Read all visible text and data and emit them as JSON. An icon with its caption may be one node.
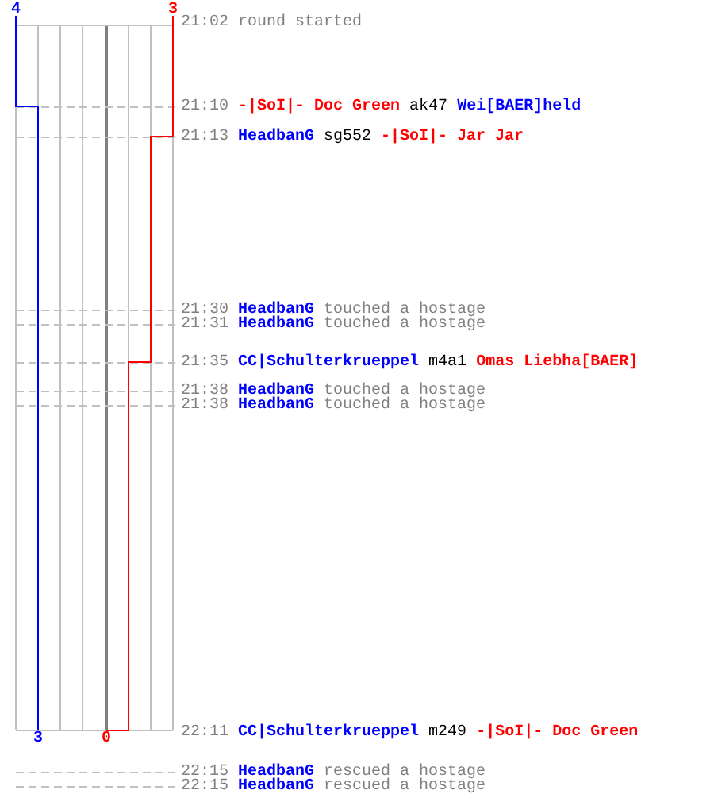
{
  "diagram": {
    "labels": [
      "4",
      "3",
      "21:02",
      "round started",
      "21:10",
      "-|SoI|- Doc Green",
      "ak47",
      "Wei[BAER]held",
      "21:13",
      "HeadbanG",
      "sg552",
      "-|SoI|- Jar Jar",
      "21:30",
      "HeadbanG",
      "touched a hostage",
      "21:31",
      "HeadbanG",
      "touched a hostage",
      "21:35",
      "CC|Schulterkrueppel",
      "m4a1",
      "Omas Liebha[BAER]",
      "21:38",
      "HeadbanG",
      "touched a hostage",
      "21:38",
      "HeadbanG",
      "touched a hostage",
      "3",
      "0",
      "22:11",
      "CC|Schulterkrueppel",
      "m249",
      "-|SoI|- Doc Green",
      "22:15",
      "HeadbanG",
      "rescued a hostage",
      "22:15",
      "HeadbanG",
      "rescued a hostage"
    ]
  }
}
